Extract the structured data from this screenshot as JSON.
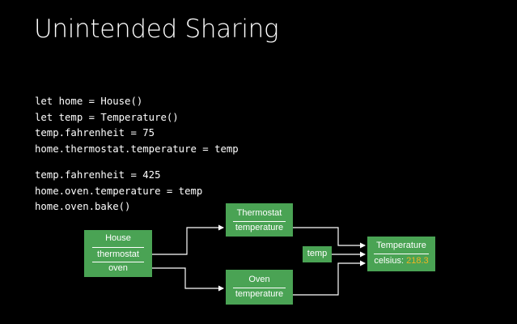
{
  "slide": {
    "title": "Unintended Sharing"
  },
  "code": {
    "block1": [
      "let home = House()",
      "let temp = Temperature()",
      "temp.fahrenheit = 75",
      "home.thermostat.temperature = temp"
    ],
    "block2": [
      "temp.fahrenheit = 425",
      "home.oven.temperature = temp",
      "home.oven.bake()"
    ]
  },
  "diagram": {
    "house": {
      "title": "House",
      "fields": [
        "thermostat",
        "oven"
      ]
    },
    "thermostat": {
      "title": "Thermostat",
      "fields": [
        "temperature"
      ]
    },
    "oven": {
      "title": "Oven",
      "fields": [
        "temperature"
      ]
    },
    "temp_label": "temp",
    "temperature": {
      "title": "Temperature",
      "field_label": "celsius:",
      "field_value": "218.3"
    },
    "colors": {
      "box": "#4aa354",
      "value": "#f0b323",
      "background": "#000000"
    }
  }
}
